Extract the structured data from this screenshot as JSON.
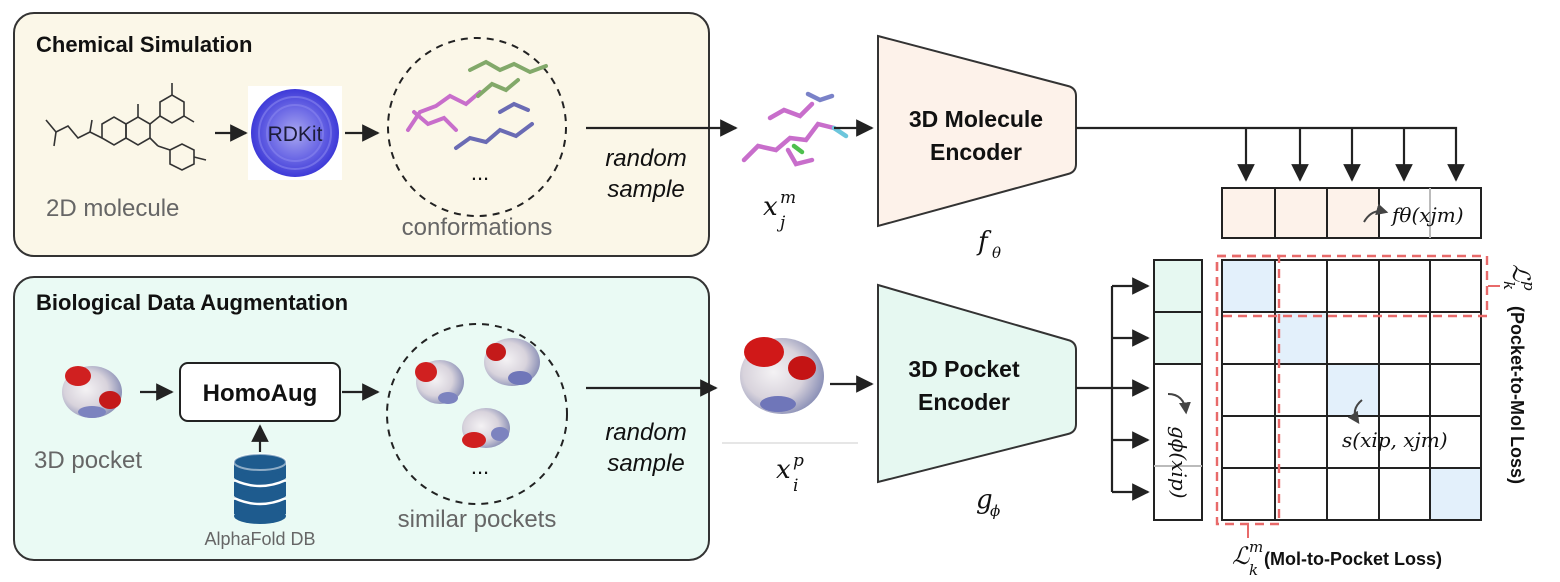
{
  "panels": {
    "chem": {
      "title": "Chemical Simulation",
      "bg": "#fbf7e8"
    },
    "bio": {
      "title": "Biological Data Augmentation",
      "bg": "#eafaf4"
    }
  },
  "chem": {
    "molecule_label": "2D molecule",
    "rdkit_label": "RDKit",
    "conformations_label": "conformations",
    "ellipsis": "...",
    "random_line1": "random",
    "random_line2": "sample"
  },
  "bio": {
    "pocket_label": "3D pocket",
    "homoaug_label": "HomoAug",
    "alphafold_label": "AlphaFold DB",
    "similar_label": "similar pockets",
    "ellipsis": "...",
    "random_line1": "random",
    "random_line2": "sample"
  },
  "encoders": {
    "mol": {
      "line1": "3D Molecule",
      "line2": "Encoder",
      "fn_base": "f",
      "fn_sub": "θ",
      "fill": "#fdf2ea"
    },
    "pocket": {
      "line1": "3D Pocket",
      "line2": "Encoder",
      "fn_base": "g",
      "fn_sub": "ϕ",
      "fill": "#e6f8f1"
    }
  },
  "symbols": {
    "xjm": {
      "base": "x",
      "sup": "m",
      "sub": "j"
    },
    "xip": {
      "base": "x",
      "sup": "p",
      "sub": "i"
    }
  },
  "matrix": {
    "top_label": "fθ(xjm)",
    "left_label": "gϕ(xip)",
    "sim_label": "s(xip, xjm)",
    "lkp_base": "ℒ",
    "lkp_sup": "p",
    "lkp_sub": "k",
    "pocket_loss": "(Pocket-to-Mol Loss)",
    "lkm_base": "ℒ",
    "lkm_sup": "m",
    "lkm_sub": "k",
    "mol_loss": "(Mol-to-Pocket Loss)"
  },
  "colors": {
    "diag": "#e3f0fb",
    "dash": "#e86a6a",
    "mol_cell": "#fdf2ea",
    "pocket_cell": "#e6f8f1"
  }
}
